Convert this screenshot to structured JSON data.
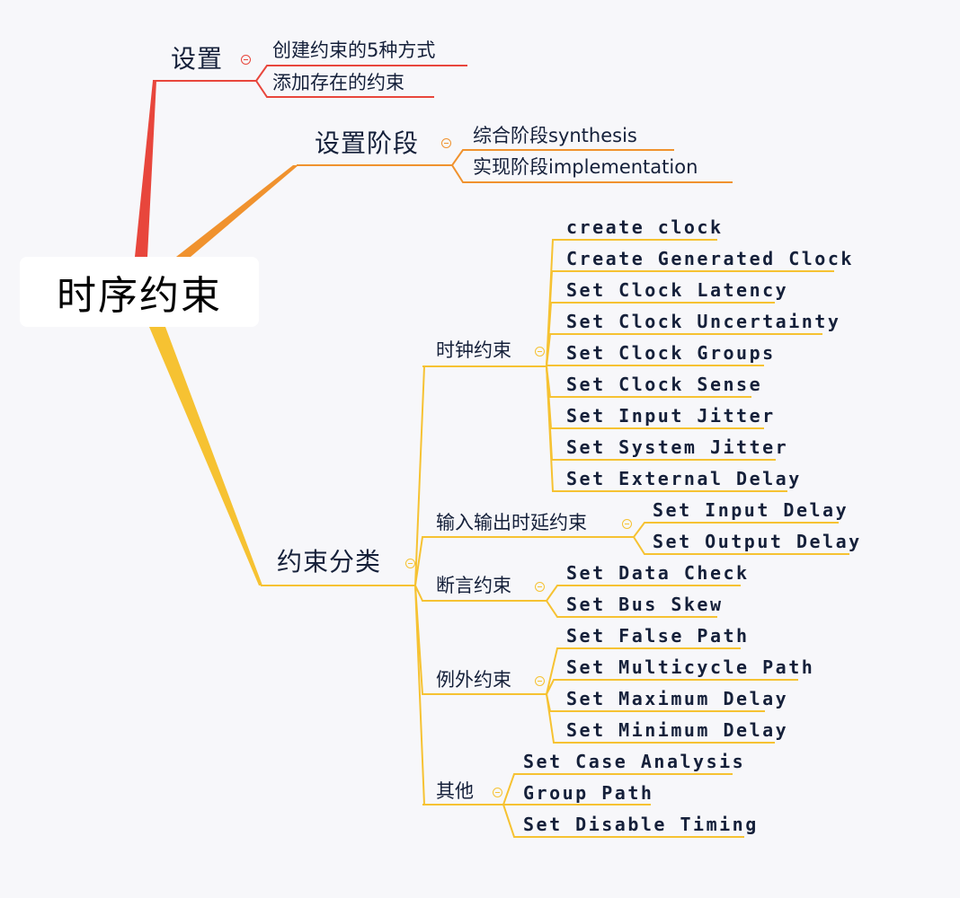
{
  "colors": {
    "red": "#e8463c",
    "orange": "#f0922e",
    "yellow": "#f6c232",
    "background": "#f7f7fa",
    "text": "#15203a"
  },
  "root": {
    "label": "时序约束"
  },
  "branches": [
    {
      "label": "设置",
      "color": "#e8463c",
      "children": [
        {
          "label": "创建约束的5种方式"
        },
        {
          "label": "添加存在的约束"
        }
      ]
    },
    {
      "label": "设置阶段",
      "color": "#f0922e",
      "children": [
        {
          "label": "综合阶段synthesis"
        },
        {
          "label": "实现阶段implementation"
        }
      ]
    },
    {
      "label": "约束分类",
      "color": "#f6c232",
      "children": [
        {
          "label": "时钟约束",
          "children": [
            {
              "label": "create clock"
            },
            {
              "label": "Create Generated Clock"
            },
            {
              "label": "Set Clock Latency"
            },
            {
              "label": "Set Clock Uncertainty"
            },
            {
              "label": "Set Clock Groups"
            },
            {
              "label": "Set Clock Sense"
            },
            {
              "label": "Set Input Jitter"
            },
            {
              "label": "Set System Jitter"
            },
            {
              "label": "Set External Delay"
            }
          ]
        },
        {
          "label": "输入输出时延约束",
          "children": [
            {
              "label": "Set Input Delay"
            },
            {
              "label": "Set Output Delay"
            }
          ]
        },
        {
          "label": "断言约束",
          "children": [
            {
              "label": "Set Data Check"
            },
            {
              "label": "Set Bus Skew"
            }
          ]
        },
        {
          "label": "例外约束",
          "children": [
            {
              "label": "Set False Path"
            },
            {
              "label": "Set Multicycle Path"
            },
            {
              "label": "Set Maximum Delay"
            },
            {
              "label": "Set Minimum Delay"
            }
          ]
        },
        {
          "label": "其他",
          "children": [
            {
              "label": "Set Case Analysis"
            },
            {
              "label": "Group Path"
            },
            {
              "label": "Set Disable Timing"
            }
          ]
        }
      ]
    }
  ]
}
